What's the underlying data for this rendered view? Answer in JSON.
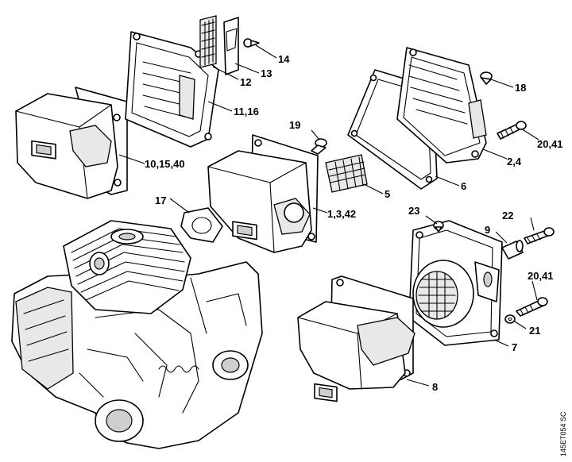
{
  "labels": {
    "l14": "14",
    "l13": "13",
    "l12": "12",
    "l11_16": "11,16",
    "l10_15_40": "10,15,40",
    "l19": "19",
    "l18": "18",
    "l20_41_top": "20,41",
    "l2_4": "2,4",
    "l6": "6",
    "l5": "5",
    "l1_3_42": "1,3,42",
    "l17": "17",
    "l23": "23",
    "l22": "22",
    "l9": "9",
    "l20_41_bottom": "20,41",
    "l21": "21",
    "l7": "7",
    "l8": "8"
  },
  "reference_code": "145ET054 SC"
}
